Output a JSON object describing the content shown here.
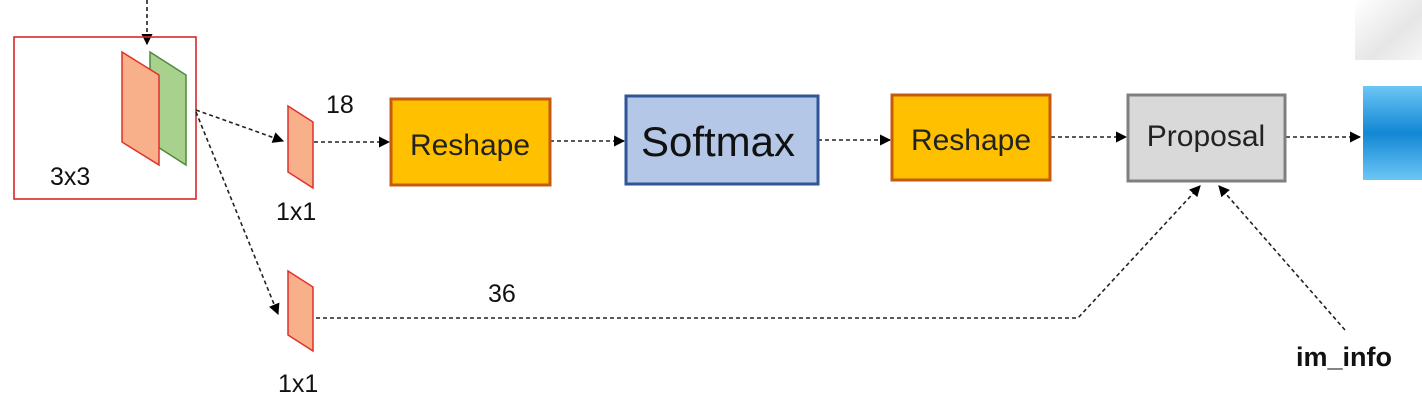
{
  "labels": {
    "conv3": "3x3",
    "conv1_top": "1x1",
    "conv1_bottom": "1x1",
    "channels_top": "18",
    "channels_bottom": "36",
    "im_info": "im_info"
  },
  "boxes": {
    "reshape1": "Reshape",
    "softmax": "Softmax",
    "reshape2": "Reshape",
    "proposal": "Proposal"
  },
  "colors": {
    "reshape_fill": "#FFC000",
    "reshape_border": "#C55A11",
    "softmax_fill": "#B4C7E7",
    "softmax_border": "#2F5597",
    "proposal_fill": "#D9D9D9",
    "proposal_border": "#7F7F7F",
    "feature_orange": "#F8B08A",
    "feature_orange_border": "#E0302A",
    "feature_green": "#A9D18E",
    "feature_green_border": "#4E8A3A",
    "highlight_red": "#D9282B",
    "output_blue": "#1E9BE0"
  }
}
